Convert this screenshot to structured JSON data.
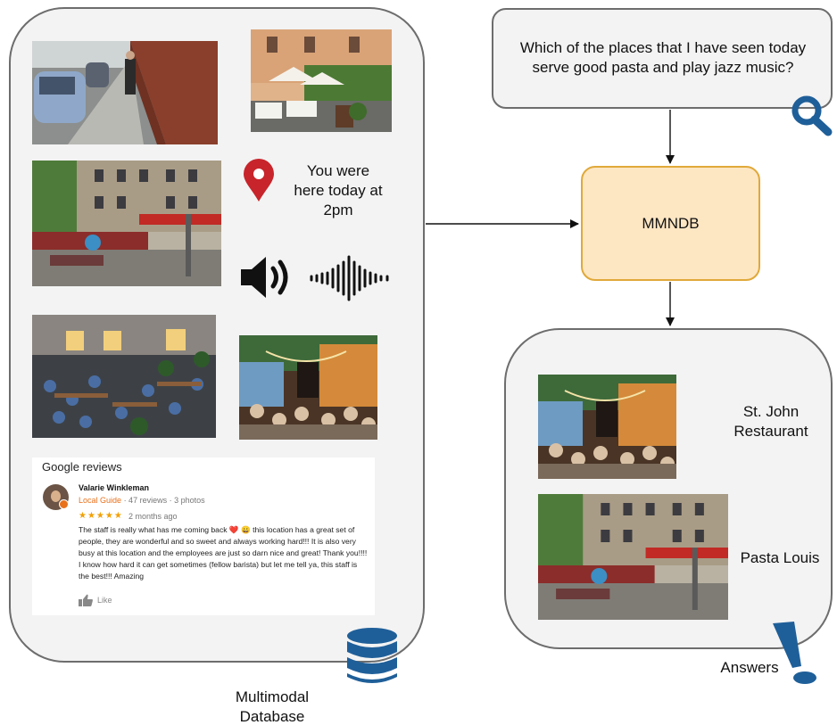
{
  "query": {
    "text_line1": "Which of the places that I have seen today",
    "text_line2": "serve good pasta and play jazz music?"
  },
  "center": {
    "label": "MMNDB"
  },
  "database": {
    "caption_line1": "Multimodal",
    "caption_line2": "Database",
    "location_note": {
      "line1": "You were",
      "line2": "here today at",
      "line3": "2pm"
    }
  },
  "reviews": {
    "header": "Google reviews",
    "reviewer_name": "Valarie Winkleman",
    "reviewer_badge": "Local Guide",
    "reviewer_stats": "· 47 reviews · 3 photos",
    "stars": "★★★★★",
    "date": "2 months ago",
    "body": "The staff is really what has me coming back ❤️ 😀 this location has a great set of people, they are wonderful and so sweet and always working hard!!! It is also very busy at this location and the employees are just so darn nice and great! Thank you!!!! I know how hard it can get sometimes (fellow barista) but let me tell ya, this staff is the best!!! Amazing",
    "like_label": "Like"
  },
  "answers": {
    "label": "Answers",
    "results": [
      {
        "name_line1": "St. John",
        "name_line2": "Restaurant"
      },
      {
        "name_line1": "Pasta Louis",
        "name_line2": ""
      }
    ]
  },
  "icons": {
    "search": "search-icon",
    "pin": "map-pin-icon",
    "speaker": "speaker-icon",
    "waveform": "waveform-icon",
    "database": "database-icon",
    "exclamation": "exclamation-icon"
  },
  "colors": {
    "panel_fill": "#f3f3f3",
    "panel_border": "#6d6d6d",
    "mmndb_fill": "#fde6c2",
    "mmndb_border": "#e0a93a",
    "accent_blue": "#1f5f99",
    "pin_red": "#c8242b"
  }
}
